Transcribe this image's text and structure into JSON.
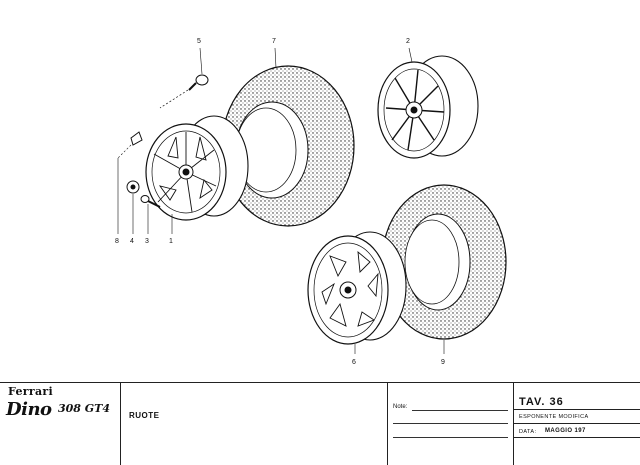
{
  "callouts": {
    "c1": "1",
    "c2": "2",
    "c3": "3",
    "c4": "4",
    "c5": "5",
    "c6": "6",
    "c7": "7",
    "c8": "8",
    "c9": "9"
  },
  "titleblock": {
    "logo_brand": "Ferrari",
    "logo_model_script": "Dino",
    "logo_model_variant": "308 GT4",
    "section": "RUOTE",
    "note_label": "Note:",
    "table": "TAV. 36",
    "esponente_label": "ESPONENTE MODIFICA",
    "data_label": "DATA:",
    "data_value": "MAGGIO 197"
  }
}
